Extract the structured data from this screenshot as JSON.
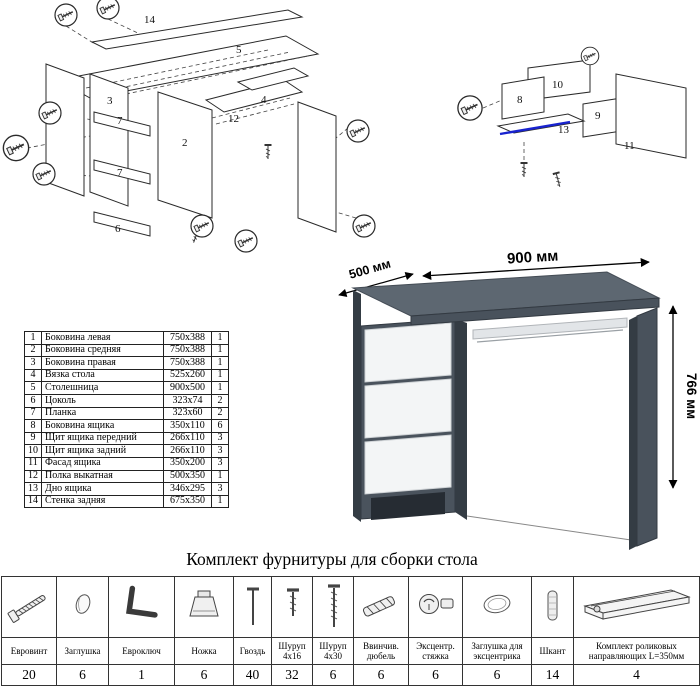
{
  "title": "Комплект фурнитуры для сборки стола",
  "desk": {
    "width_label": "900 мм",
    "depth_label": "500 мм",
    "height_label": "766 мм"
  },
  "parts_table": {
    "rows": [
      {
        "num": "1",
        "name": "Боковина левая",
        "size": "750x388",
        "qty": "1"
      },
      {
        "num": "2",
        "name": "Боковина средняя",
        "size": "750x388",
        "qty": "1"
      },
      {
        "num": "3",
        "name": "Боковина правая",
        "size": "750x388",
        "qty": "1"
      },
      {
        "num": "4",
        "name": "Вязка стола",
        "size": "525x260",
        "qty": "1"
      },
      {
        "num": "5",
        "name": "Столешница",
        "size": "900x500",
        "qty": "1"
      },
      {
        "num": "6",
        "name": "Цоколь",
        "size": "323x74",
        "qty": "2"
      },
      {
        "num": "7",
        "name": "Планка",
        "size": "323x60",
        "qty": "2"
      },
      {
        "num": "8",
        "name": "Боковина ящика",
        "size": "350x110",
        "qty": "6"
      },
      {
        "num": "9",
        "name": "Щит ящика передний",
        "size": "266x110",
        "qty": "3"
      },
      {
        "num": "10",
        "name": "Щит ящика задний",
        "size": "266x110",
        "qty": "3"
      },
      {
        "num": "11",
        "name": "Фасад ящика",
        "size": "350x200",
        "qty": "3"
      },
      {
        "num": "12",
        "name": "Полка выкатная",
        "size": "500x350",
        "qty": "1"
      },
      {
        "num": "13",
        "name": "Дно ящика",
        "size": "346x295",
        "qty": "3"
      },
      {
        "num": "14",
        "name": "Стенка задняя",
        "size": "675x350",
        "qty": "1"
      }
    ]
  },
  "hardware": {
    "items": [
      {
        "name": "Евровинт",
        "qty": "20",
        "icon": "confirmat-screw"
      },
      {
        "name": "Заглушка",
        "qty": "6",
        "icon": "cap"
      },
      {
        "name": "Евроключ",
        "qty": "1",
        "icon": "hex-key"
      },
      {
        "name": "Ножка",
        "qty": "6",
        "icon": "leg"
      },
      {
        "name": "Гвоздь",
        "qty": "40",
        "icon": "nail"
      },
      {
        "name": "Шуруп 4x16",
        "qty": "32",
        "icon": "screw-small"
      },
      {
        "name": "Шуруп 4x30",
        "qty": "6",
        "icon": "screw-long"
      },
      {
        "name": "Ввинчив. дюбель",
        "qty": "6",
        "icon": "screw-in-dowel"
      },
      {
        "name": "Эксцентр. стяжка",
        "qty": "6",
        "icon": "cam-lock"
      },
      {
        "name": "Заглушка для эксцентрика",
        "qty": "6",
        "icon": "cam-cap"
      },
      {
        "name": "Шкант",
        "qty": "14",
        "icon": "wood-dowel"
      },
      {
        "name": "Комплект роликовых направляющих L=350мм",
        "qty": "4",
        "icon": "roller-slide"
      }
    ]
  },
  "diagram_main": {
    "labels": [
      "14",
      "5",
      "3",
      "7",
      "7",
      "6",
      "2",
      "12",
      "4"
    ]
  },
  "diagram_drawer": {
    "labels": [
      "10",
      "8",
      "9",
      "11",
      "13"
    ]
  }
}
